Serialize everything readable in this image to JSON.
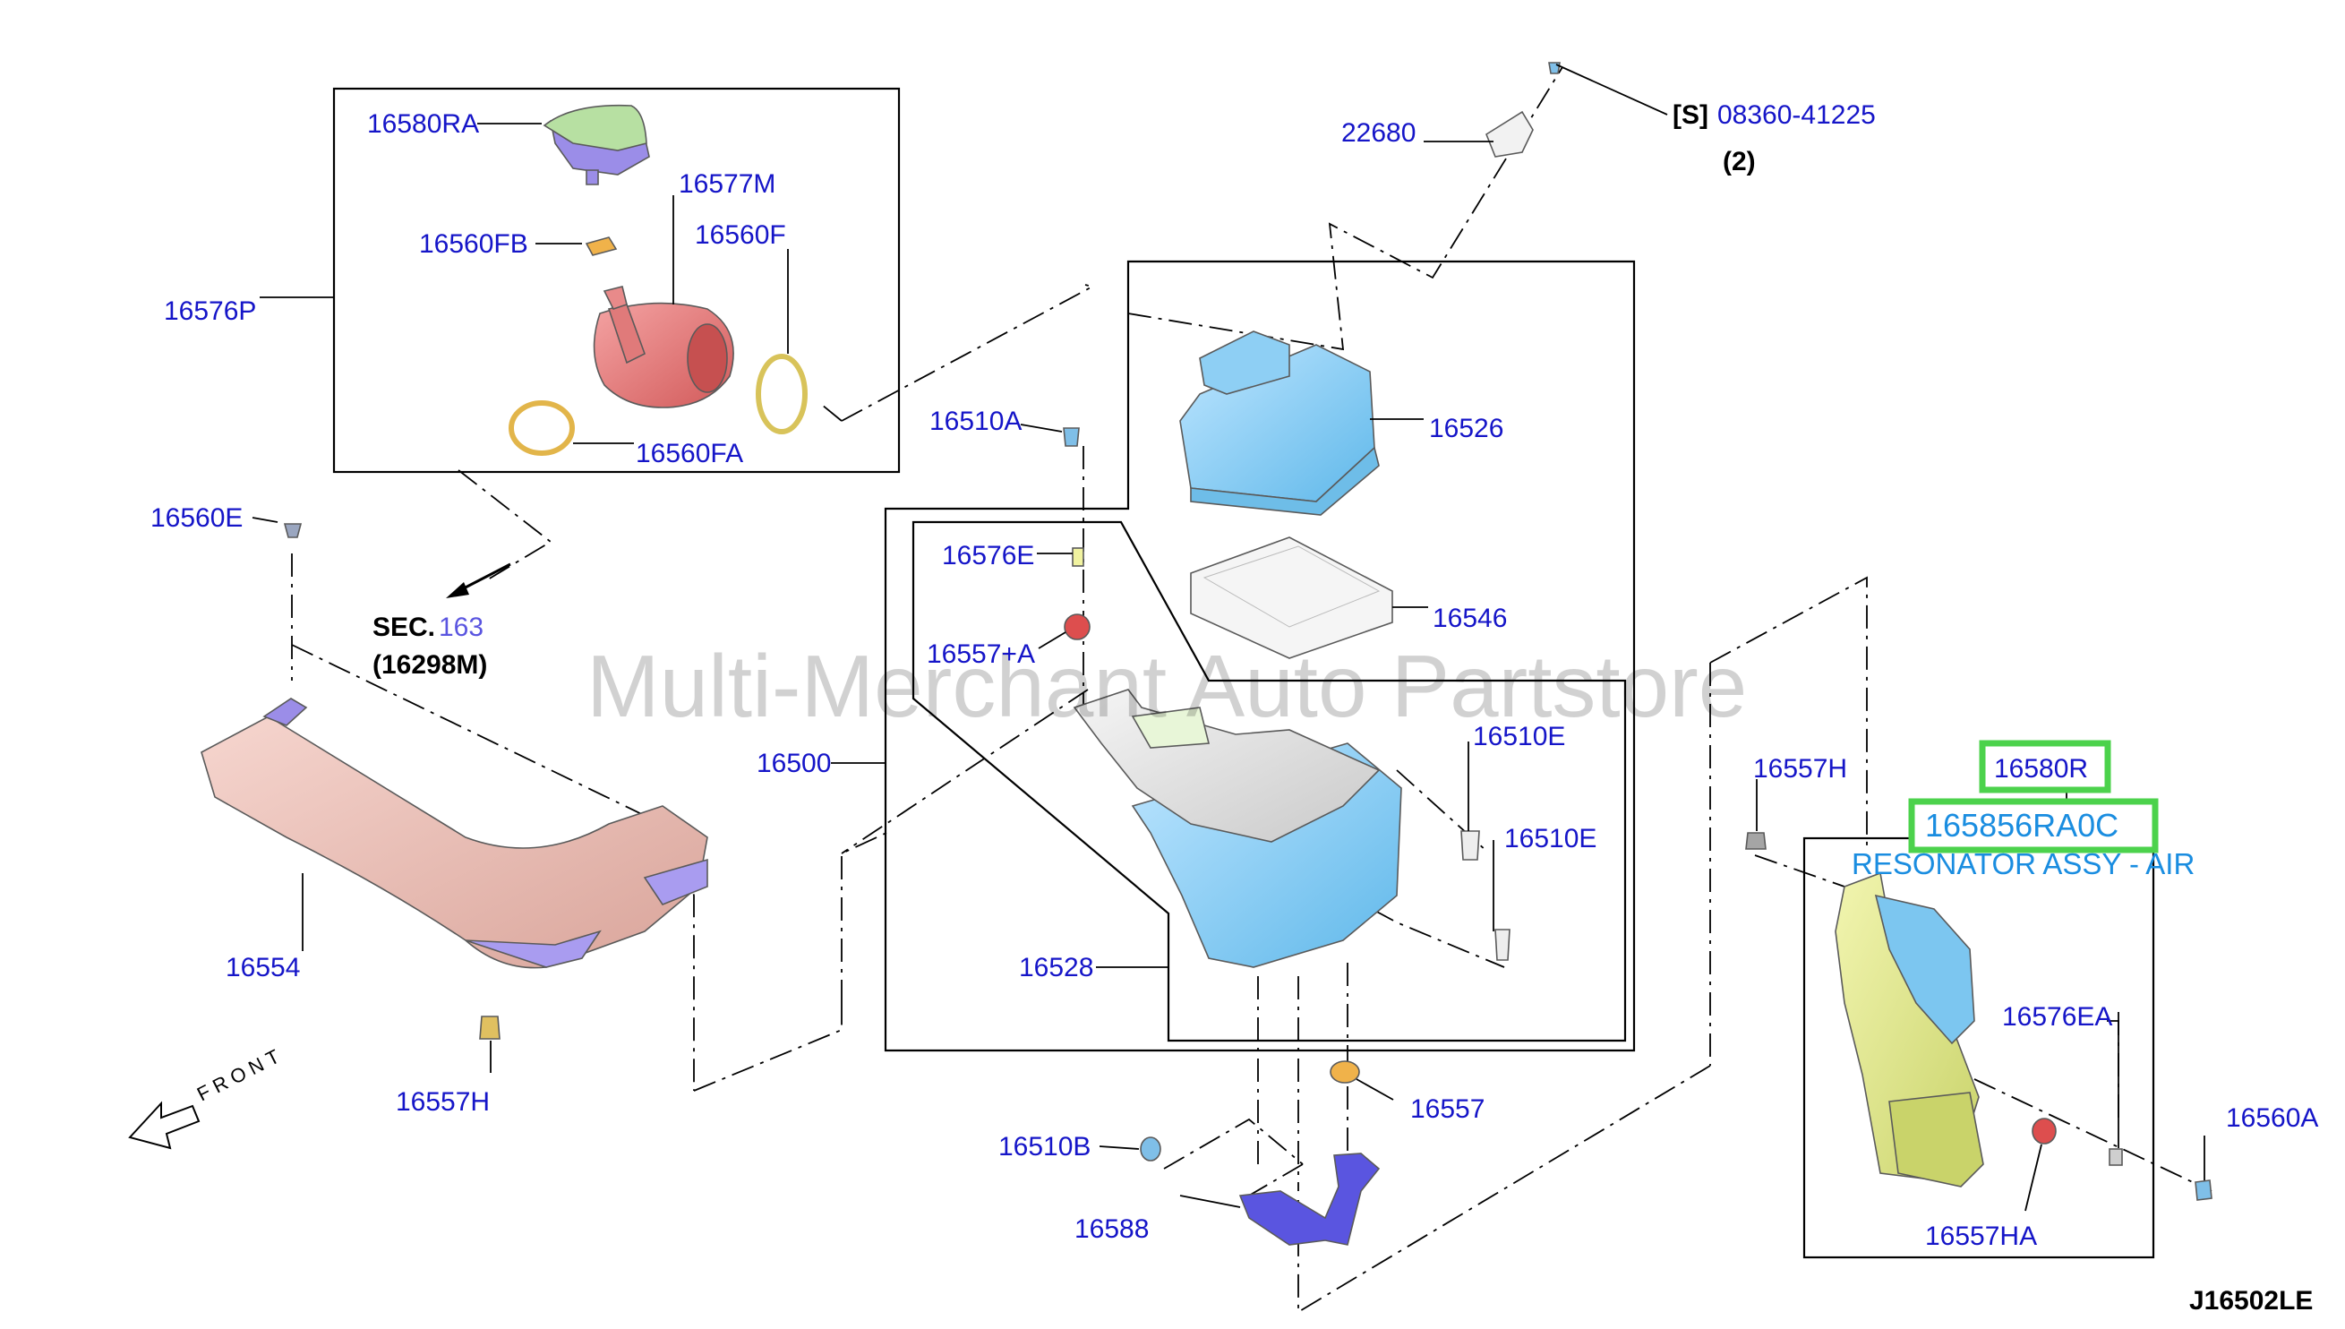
{
  "watermark": "Multi-Merchant Auto Partstore",
  "diagram_code": "J16502LE",
  "section_ref": {
    "prefix": "SEC.",
    "number": "163",
    "part": "(16298M)"
  },
  "screw_ref": {
    "bracket": "[S]",
    "number": "08360-41225",
    "qty": "(2)"
  },
  "front_label": "FRONT",
  "highlight": {
    "part": "16580R",
    "code": "165856RA0C",
    "name": "RESONATOR ASSY - AIR"
  },
  "labels": {
    "p16580RA": "16580RA",
    "p16577M": "16577M",
    "p16560FB": "16560FB",
    "p16560F": "16560F",
    "p16576P": "16576P",
    "p16560FA": "16560FA",
    "p16560E": "16560E",
    "p22680": "22680",
    "p16510A": "16510A",
    "p16526": "16526",
    "p16576E": "16576E",
    "p16546": "16546",
    "p16557A": "16557+A",
    "p16500": "16500",
    "p16510E_1": "16510E",
    "p16510E_2": "16510E",
    "p16528": "16528",
    "p16554": "16554",
    "p16557H_1": "16557H",
    "p16557H_2": "16557H",
    "p16557": "16557",
    "p16510B": "16510B",
    "p16588": "16588",
    "p16576EA": "16576EA",
    "p16560A": "16560A",
    "p16557HA": "16557HA"
  }
}
